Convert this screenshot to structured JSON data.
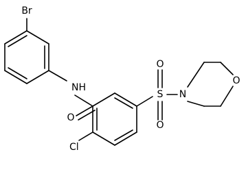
{
  "diagram": {
    "type": "chemical-structure",
    "atoms": {
      "bromine": "Br",
      "amide_nitrogen": "NH",
      "carbonyl_oxygen": "O",
      "chlorine": "Cl",
      "sulfur": "S",
      "sulfonyl_oxygen_top": "O",
      "sulfonyl_oxygen_bottom": "O",
      "morpholine_nitrogen": "N",
      "morpholine_oxygen": "O"
    },
    "bond_color": "#000000",
    "background": "#ffffff"
  }
}
